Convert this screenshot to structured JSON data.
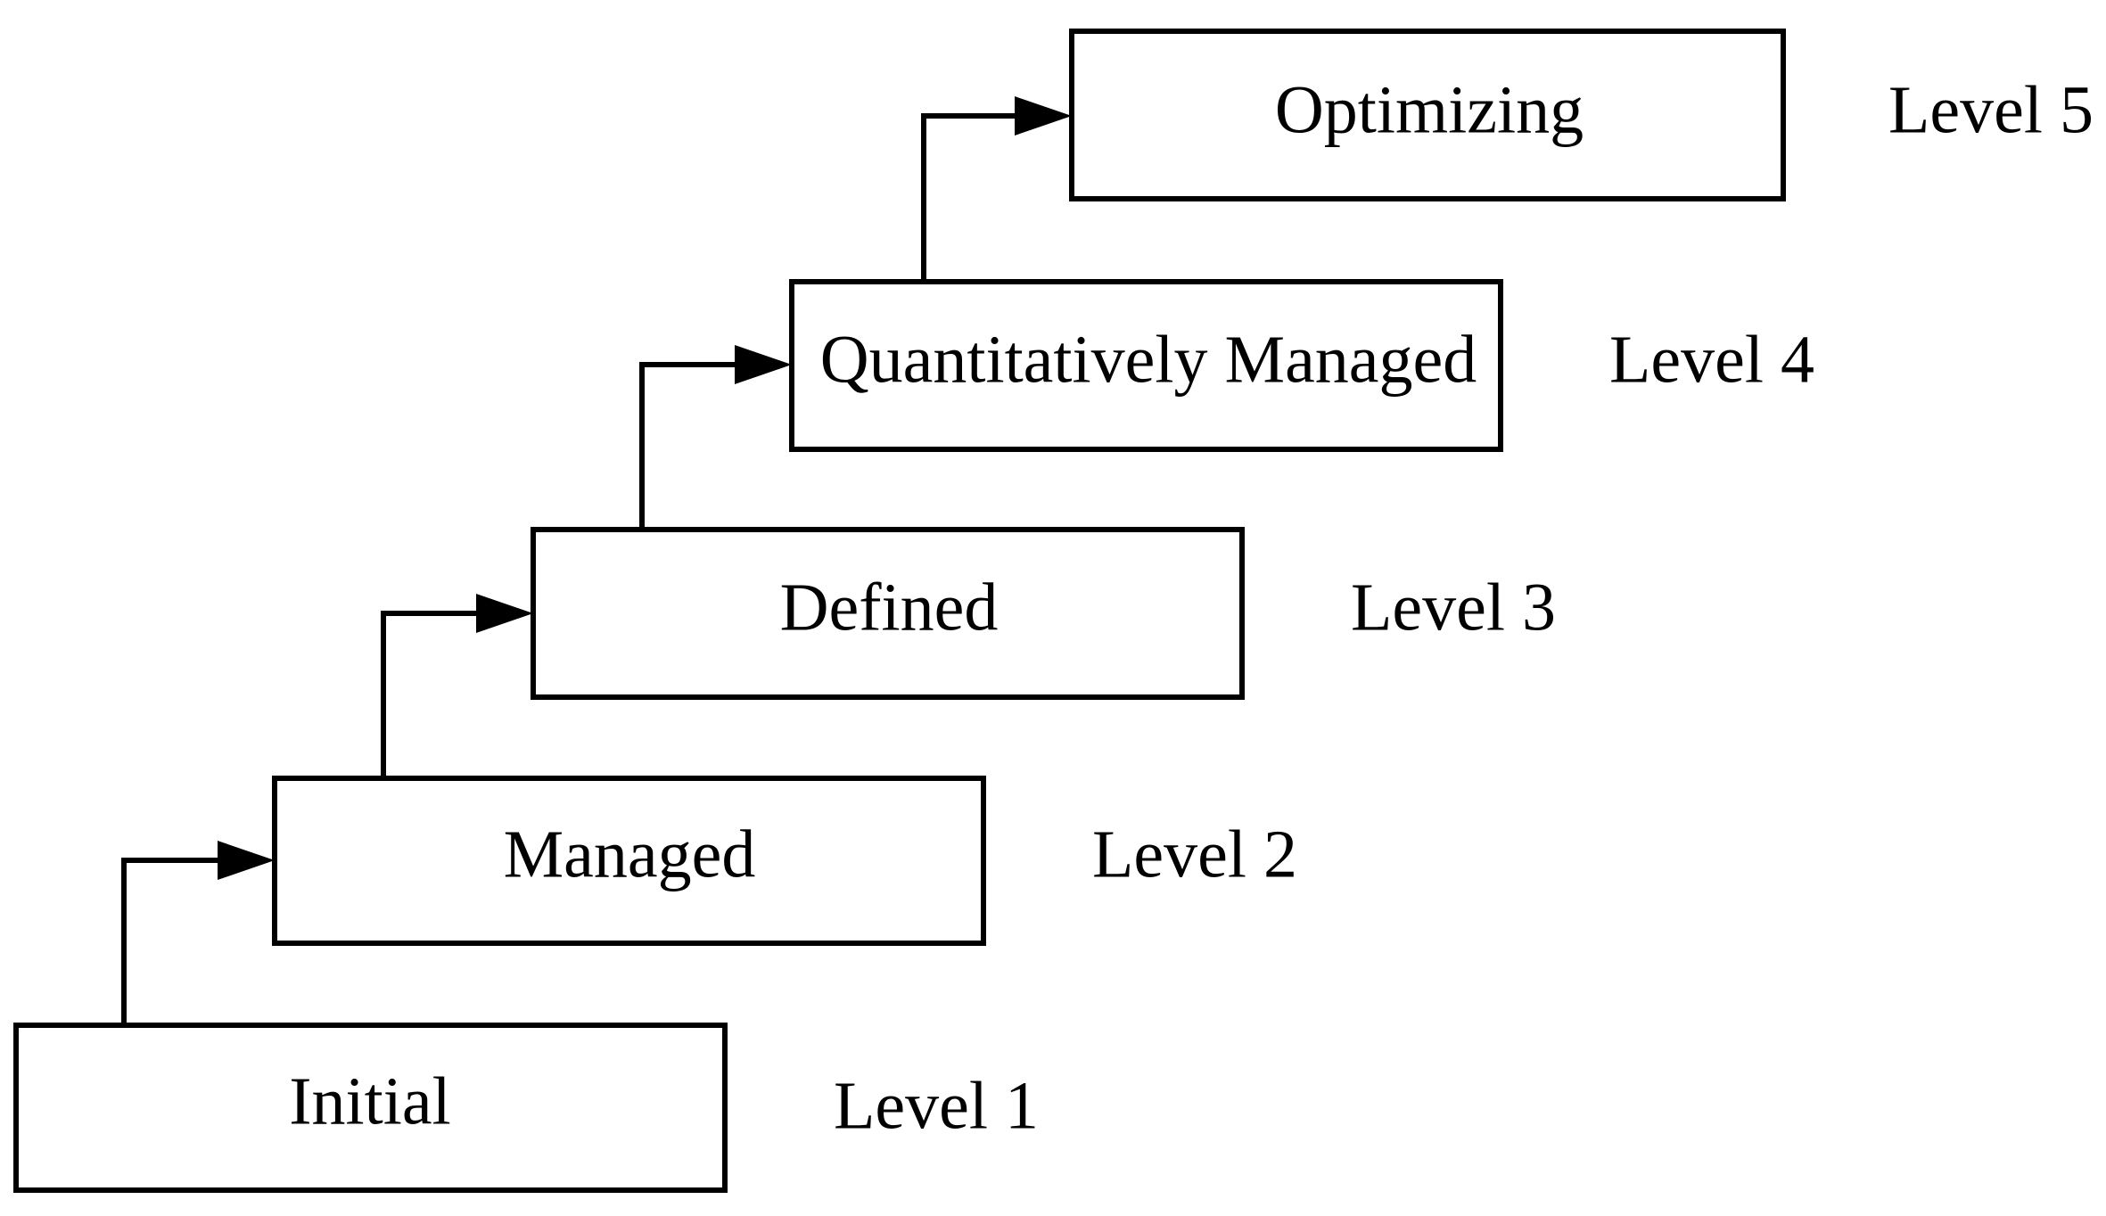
{
  "diagram": {
    "stages": [
      {
        "label": "Initial",
        "level": "Level 1"
      },
      {
        "label": "Managed",
        "level": "Level 2"
      },
      {
        "label": "Defined",
        "level": "Level 3"
      },
      {
        "label": "Quantitatively Managed",
        "level": "Level 4"
      },
      {
        "label": "Optimizing",
        "level": "Level 5"
      }
    ]
  }
}
